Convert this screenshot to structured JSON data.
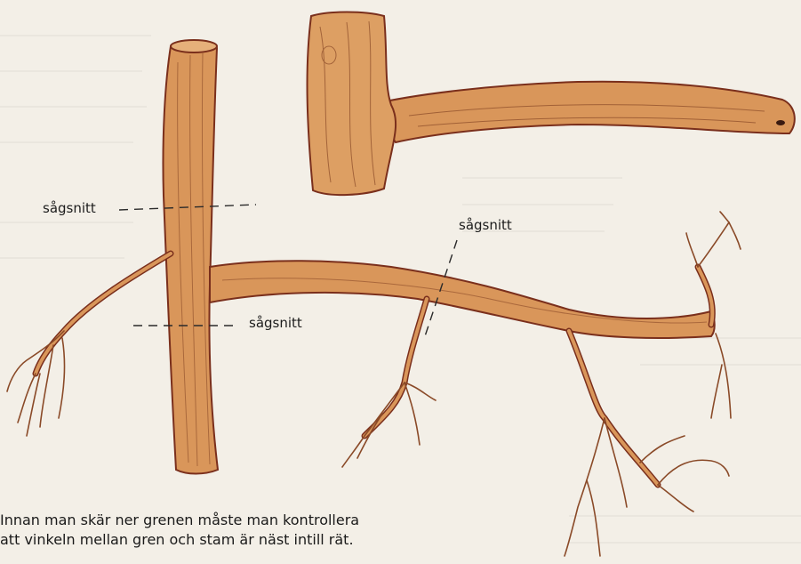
{
  "labels": {
    "cut_top": "sågsnitt",
    "cut_bottom": "sågsnitt",
    "cut_branch": "sågsnitt"
  },
  "caption": {
    "line1": "Innan man skär ner grenen måste man kontrollera",
    "line2": "att vinkeln mellan gren och stam är näst intill rät."
  },
  "colors": {
    "background": "#f3efe7",
    "wood": "#d9965a",
    "wood_light": "#e6b07a",
    "wood_dark": "#b8733e",
    "outline": "#7a2f1c",
    "grain": "#8a4a28",
    "dash": "#2a2a2a"
  }
}
